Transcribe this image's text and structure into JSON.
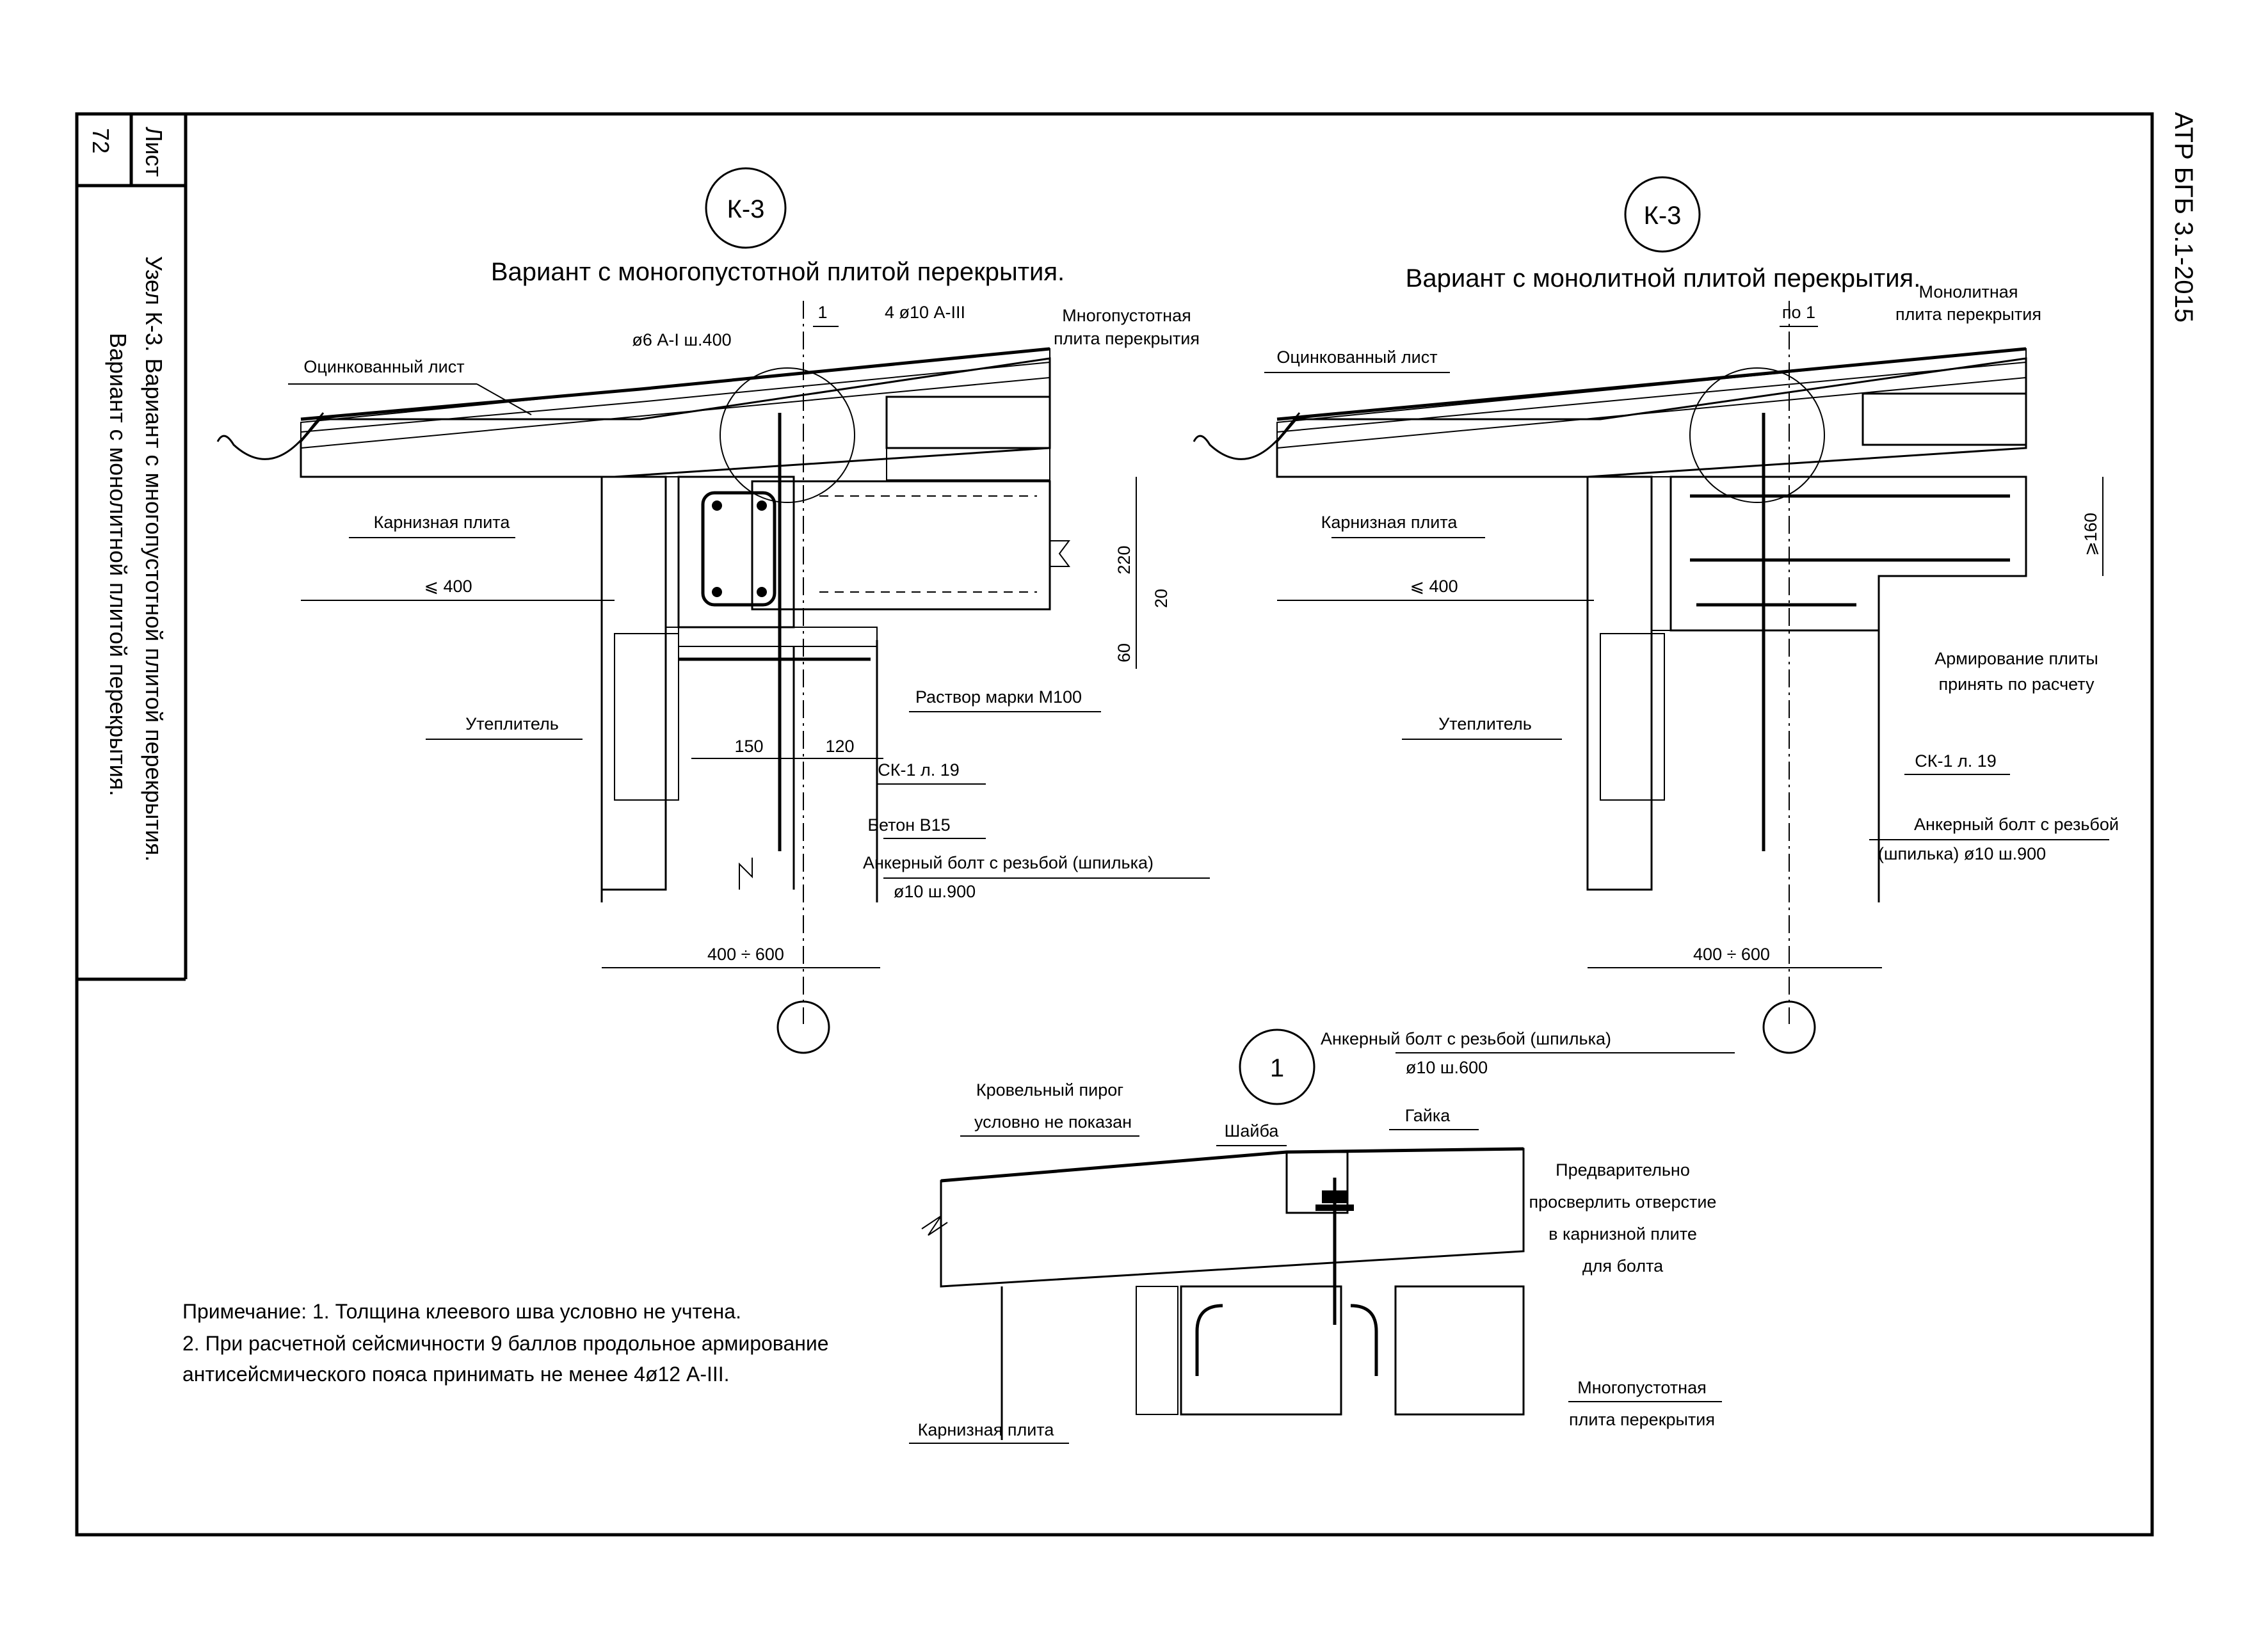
{
  "document": {
    "code": "АТР БГБ 3.1-2015",
    "sheet_label": "Лист",
    "sheet_number": "72",
    "side_title_line1": "Узел К-3. Вариант с многопустотной плитой перекрытия.",
    "side_title_line2": "Вариант с монолитной плитой перекрытия."
  },
  "detail_left": {
    "mark": "К-3",
    "title": "Вариант с моногопустотной плитой перекрытия.",
    "ref_mark": "1",
    "labels": {
      "rebar_top": "4 ø10 А-III",
      "stirrup": "ø6 А-I ш.400",
      "hollow_slab_1": "Многопустотная",
      "hollow_slab_2": "плита перекрытия",
      "galv_sheet": "Оцинкованный лист",
      "eave_slab": "Карнизная плита",
      "overhang": "⩽ 400",
      "insulation": "Утеплитель",
      "mortar": "Раствор марки М100",
      "sk1": "СК-1 л. 19",
      "concrete": "Бетон В15",
      "anchor_1": "Анкерный болт с резьбой (шпилька)",
      "anchor_2": "ø10 ш.900",
      "dim_150": "150",
      "dim_120": "120",
      "dim_220": "220",
      "dim_20": "20",
      "dim_60": "60",
      "dim_wall": "400 ÷ 600"
    }
  },
  "detail_right": {
    "mark": "К-3",
    "title": "Вариант с монолитной плитой перекрытия.",
    "ref_mark": "по 1",
    "labels": {
      "mono_slab_1": "Монолитная",
      "mono_slab_2": "плита перекрытия",
      "galv_sheet": "Оцинкованный лист",
      "eave_slab": "Карнизная плита",
      "overhang": "⩽ 400",
      "insulation": "Утеплитель",
      "reinf_1": "Армирование плиты",
      "reinf_2": "принять по расчету",
      "sk1": "СК-1 л. 19",
      "anchor_1": "Анкерный болт с резьбой",
      "anchor_2": "(шпилька) ø10 ш.900",
      "dim_160": "⩾160",
      "dim_wall": "400 ÷ 600"
    }
  },
  "detail_one": {
    "mark": "1",
    "labels": {
      "anchor_1": "Анкерный болт с резьбой (шпилька)",
      "anchor_2": "ø10 ш.600",
      "roof_1": "Кровельный пирог",
      "roof_2": "условно не показан",
      "washer": "Шайба",
      "nut": "Гайка",
      "drill_1": "Предварительно",
      "drill_2": "просверлить отверстие",
      "drill_3": "в карнизной плите",
      "drill_4": "для болта",
      "eave_slab": "Карнизная плита",
      "hollow_slab_1": "Многопустотная",
      "hollow_slab_2": "плита перекрытия"
    }
  },
  "notes": {
    "line1": "Примечание: 1. Толщина клеевого шва условно не учтена.",
    "line2": "2. При расчетной сейсмичности 9 баллов продольное армирование",
    "line3": "антисейсмического пояса принимать не менее 4ø12 А-III."
  }
}
